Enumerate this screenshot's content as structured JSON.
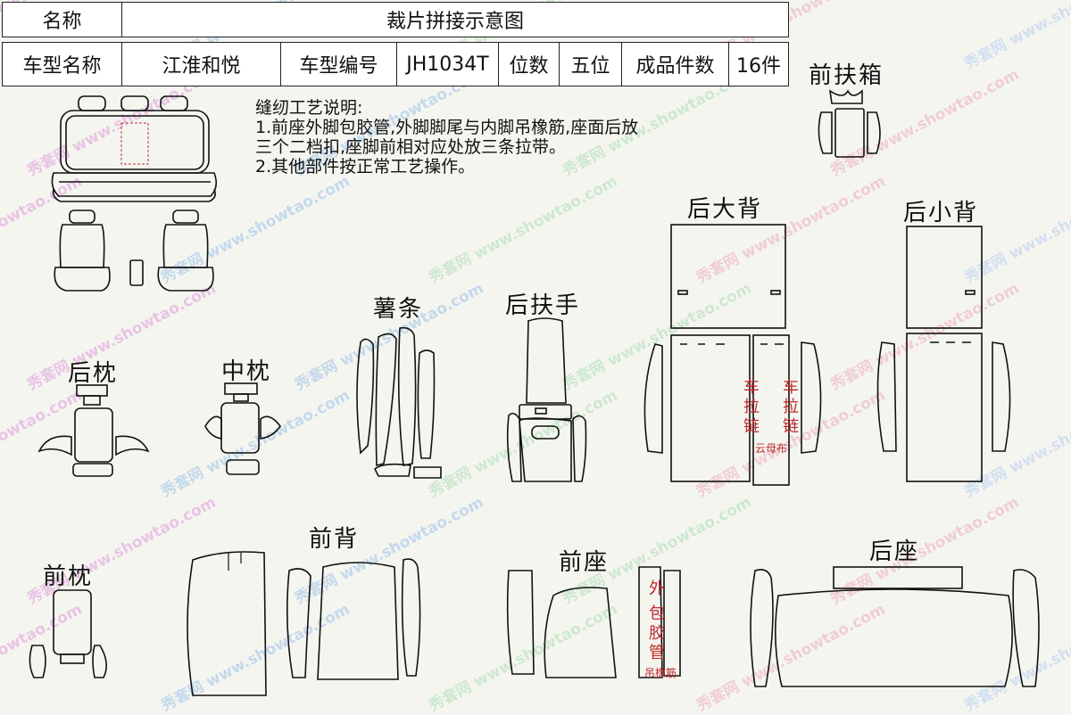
{
  "header": {
    "row1": {
      "name_label": "名称",
      "title": "裁片拼接示意图"
    },
    "row2": {
      "model_label": "车型名称",
      "model_value": "江淮和悦",
      "code_label": "车型编号",
      "code_value": "JH1034T",
      "seat_label": "位数",
      "seat_value": "五位",
      "pieces_label": "成品件数",
      "pieces_value": "16件"
    }
  },
  "notes": {
    "title": "缝纫工艺说明:",
    "line1": "1.前座外脚包胶管,外脚脚尾与内脚吊橡筋,座面后放",
    "line2": "三个二档扣,座脚前相对应处放三条拉带。",
    "line3": "2.其他部件按正常工艺操作。"
  },
  "parts": {
    "front_armrest_box": "前扶箱",
    "rear_big_back": "后大背",
    "rear_small_back": "后小背",
    "strip": "薯条",
    "rear_armrest": "后扶手",
    "rear_pillow": "后枕",
    "middle_pillow": "中枕",
    "front_pillow": "前枕",
    "front_back": "前背",
    "front_seat": "前座",
    "rear_seat": "后座"
  },
  "annotations": {
    "zipper_left": [
      "车",
      "拉",
      "链"
    ],
    "zipper_right": [
      "车",
      "拉",
      "链"
    ],
    "zipper_note": "云母布",
    "outer_tube": [
      "外",
      "包",
      "胶",
      "管"
    ],
    "elastic": "吊橡筋"
  },
  "watermark": {
    "cn": "秀套网",
    "url": "www.showtao.com"
  },
  "colors": {
    "annotation_red": "#c0282a",
    "line": "#111111",
    "background": "#f5f5f0"
  }
}
